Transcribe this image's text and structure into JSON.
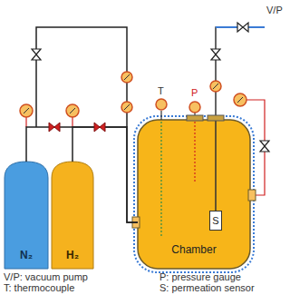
{
  "diagram": {
    "nodes": [
      {
        "text": [
          "N₂"
        ]
      },
      {
        "text": [
          "H₂"
        ]
      },
      {
        "text": [
          "Chamber"
        ]
      },
      {
        "text": [
          "S"
        ],
        "in": 2
      }
    ],
    "edges": [
      {
        "from": 0,
        "to": 2,
        "arrow": "none"
      },
      {
        "from": 1,
        "to": 2,
        "arrow": "none"
      }
    ],
    "labels": [
      "V/P",
      "T",
      "P",
      "V/P: vacuum pump",
      "T: thermocouple",
      "P: pressure gauge",
      "S: permeation sensor"
    ]
  }
}
